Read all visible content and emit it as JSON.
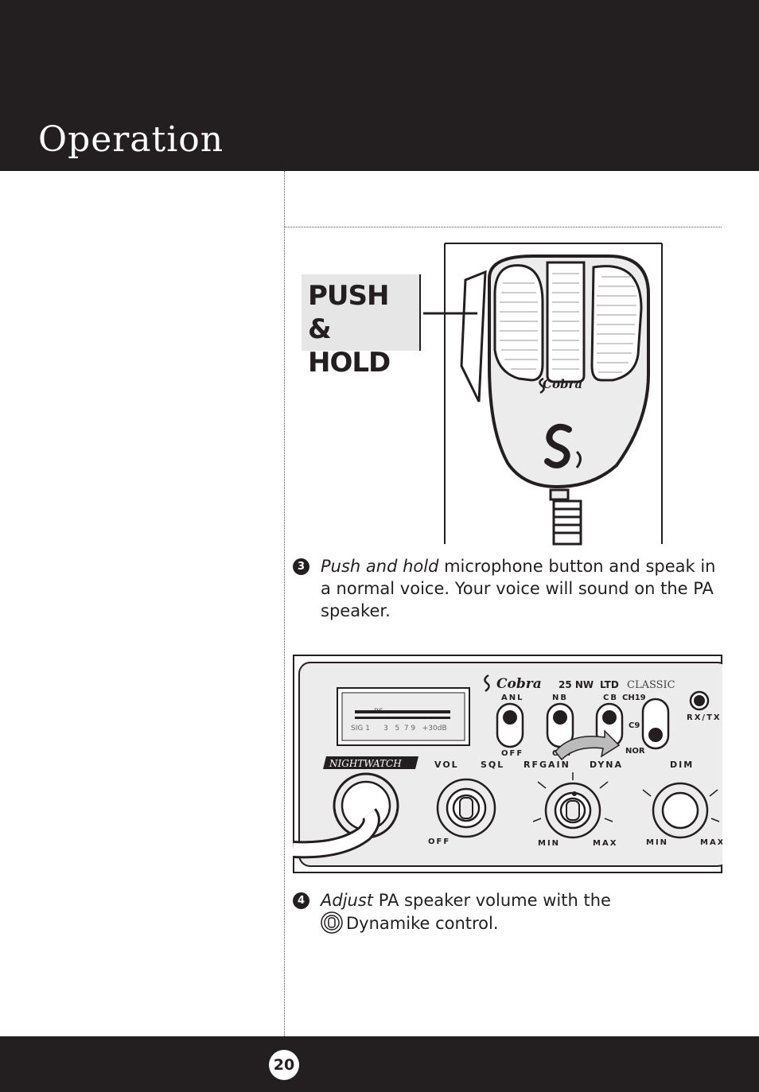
{
  "header": {
    "title": "Operation"
  },
  "figure_mic": {
    "callout": "PUSH & HOLD",
    "callout_line1": "PUSH &",
    "callout_line2": "HOLD",
    "brand": "Cobra"
  },
  "step3": {
    "number": "3",
    "emphasis": "Push and hold",
    "text": " microphone button and speak in a normal voice. Your voice will sound on the PA speaker."
  },
  "figure_radio": {
    "brand": "Cobra",
    "model": "25 NW",
    "ltd": "LTD",
    "classic": "CLASSIC",
    "nightwatch": "NIGHTWATCH",
    "meter_rf": "RF",
    "meter_scale": "SIG 1      3   5  7 9   +30dB",
    "switches": {
      "anl": "ANL",
      "nb": "NB",
      "cb": "CB",
      "ch19": "CH19",
      "c9": "C9",
      "nor": "NOR",
      "off1": "OFF",
      "off2": "OFF",
      "rxtx": "RX/TX"
    },
    "knobs": {
      "vol": "VOL",
      "sql": "SQL",
      "rfgain": "RFGAIN",
      "dyna": "DYNA",
      "dim": "DIM",
      "off": "OFF",
      "min1": "MIN",
      "max1": "MAX",
      "min2": "MIN",
      "max2": "MAX"
    }
  },
  "step4": {
    "number": "4",
    "emphasis": "Adjust",
    "text_a": " PA speaker volume with the",
    "text_b": "Dynamike control.",
    "icon": "dynamike-knob-icon"
  },
  "footer": {
    "page_number": "20"
  }
}
